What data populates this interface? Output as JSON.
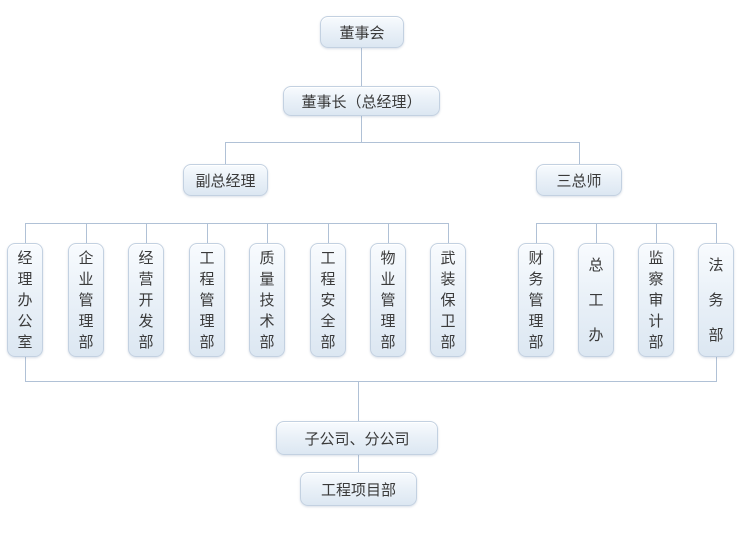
{
  "colors": {
    "background": "#ffffff",
    "connector_line": "#b0c1d6",
    "node_border": "#c3d1e1",
    "node_fill_top": "#f8fbfe",
    "node_fill_bottom": "#dce7f2",
    "node_text": "#3a3a3a"
  },
  "org_chart": {
    "root": "董事会",
    "chairman": "董事长（总经理）",
    "branches": [
      {
        "label": "副总经理",
        "departments": [
          "经理办公室",
          "企业管理部",
          "经营开发部",
          "工程管理部",
          "质量技术部",
          "工程安全部",
          "物业管理部",
          "武装保卫部"
        ]
      },
      {
        "label": "三总师",
        "departments": [
          "财务管理部",
          "总工办",
          "监察审计部",
          "法务部"
        ]
      }
    ],
    "subsidiaries": "子公司、分公司",
    "project_dept": "工程项目部"
  }
}
